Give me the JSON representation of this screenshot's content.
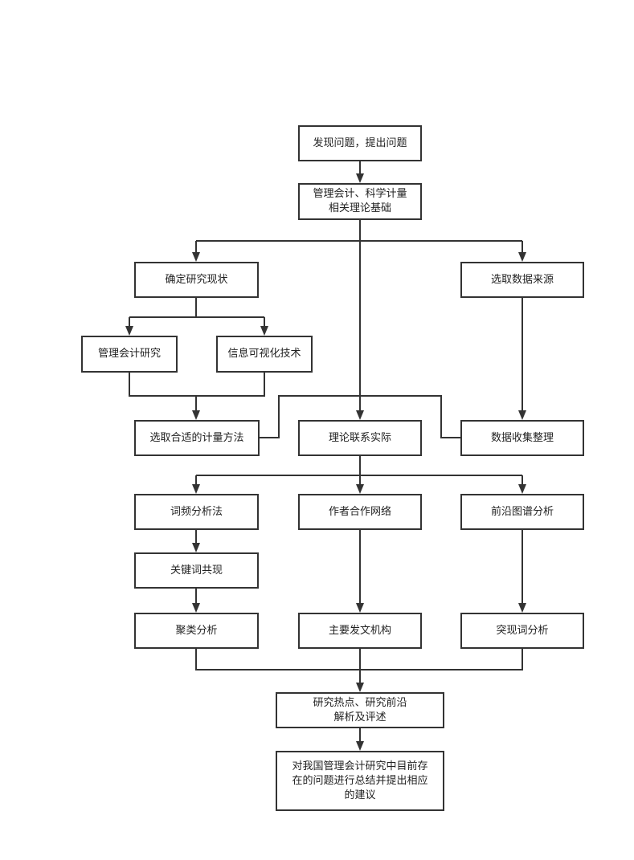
{
  "colors": {
    "line": "#333333",
    "node_border": "#333333",
    "node_fill": "#ffffff",
    "text": "#222222"
  },
  "nodes": {
    "find_problem": "发现问题，提出问题",
    "theory_basis": "管理会计、科学计量\n相关理论基础",
    "research_status": "确定研究现状",
    "data_source": "选取数据来源",
    "ma_research": "管理会计研究",
    "info_vis": "信息可视化技术",
    "method": "选取合适的计量方法",
    "theory_practice": "理论联系实际",
    "data_collect": "数据收集整理",
    "word_freq": "词频分析法",
    "author_network": "作者合作网络",
    "frontier_map": "前沿图谱分析",
    "keyword_cooccur": "关键词共现",
    "cluster": "聚类分析",
    "institutions": "主要发文机构",
    "burst_words": "突现词分析",
    "hotspot_review": "研究热点、研究前沿\n解析及评述",
    "suggestion": "对我国管理会计研究中目前存\n在的问题进行总结并提出相应\n的建议"
  }
}
